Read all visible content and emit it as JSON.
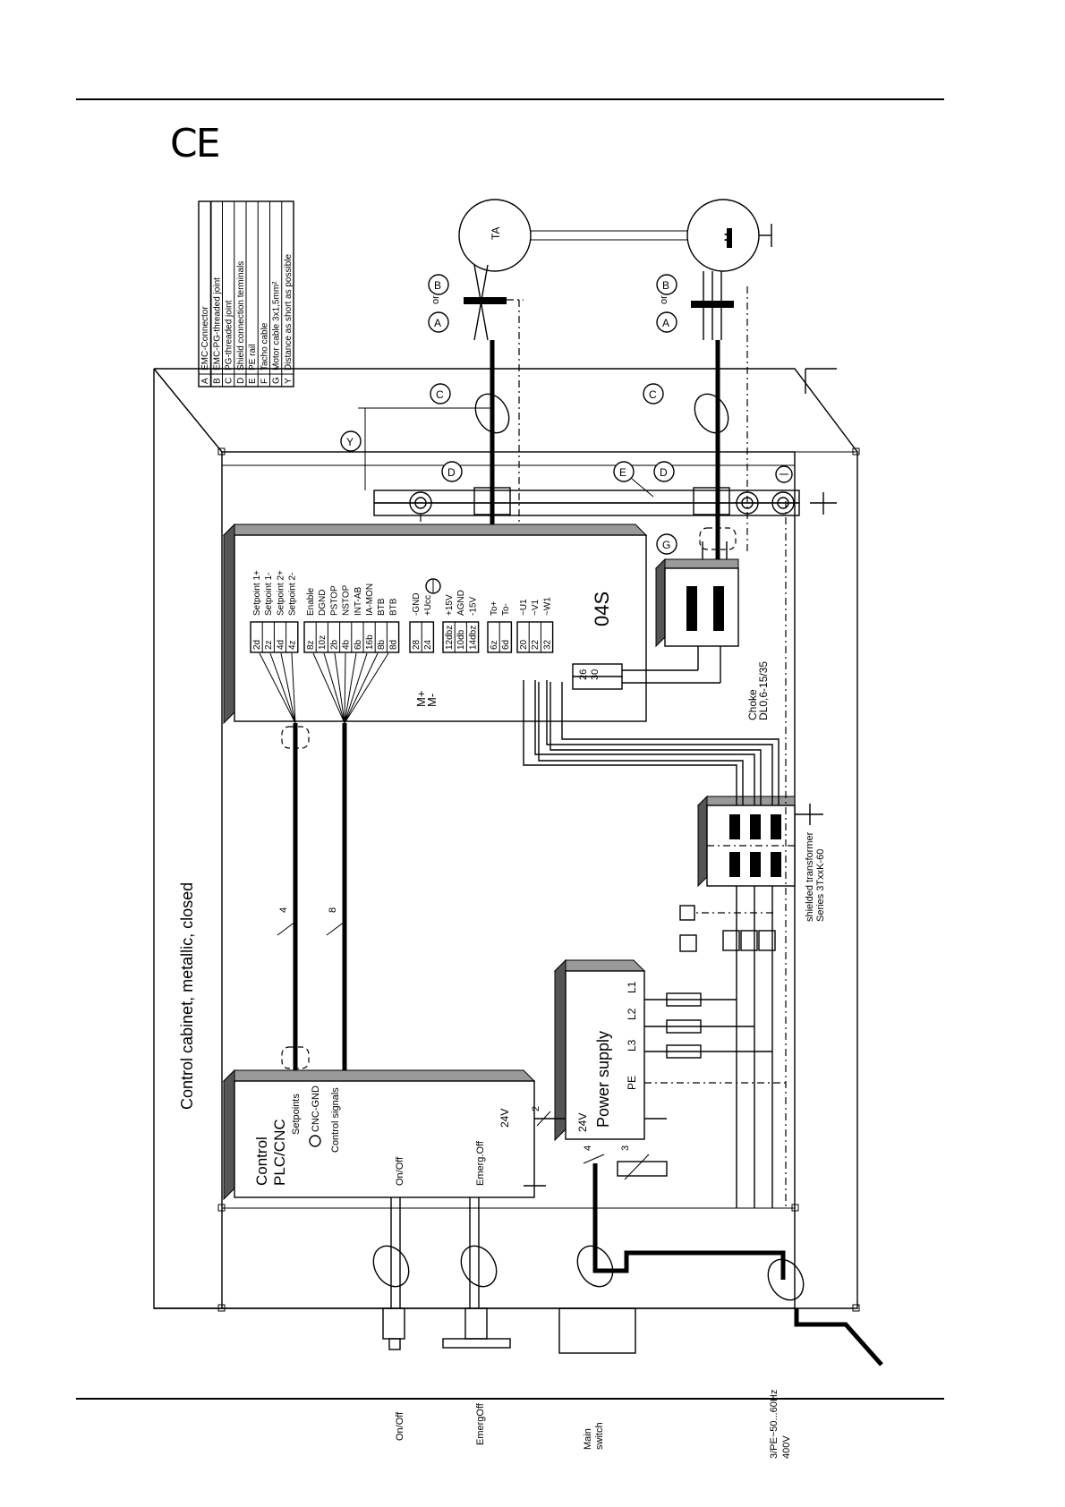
{
  "header": {
    "ce_mark": "CE"
  },
  "legend": [
    {
      "key": "A",
      "text": "EMC-Connector"
    },
    {
      "key": "B",
      "text": "EMC-PG-threaded joint"
    },
    {
      "key": "C",
      "text": "PG-threaded joint"
    },
    {
      "key": "D",
      "text": "Shield connection terminals"
    },
    {
      "key": "E",
      "text": "PE rail"
    },
    {
      "key": "F",
      "text": "Tacho cable"
    },
    {
      "key": "G",
      "text": "Motor cable 3x1,5mm²"
    },
    {
      "key": "Y",
      "text": "Distance as short as possible"
    }
  ],
  "cabinet": {
    "title": "Control cabinet, metallic, closed"
  },
  "labels": {
    "tacho": "TA",
    "motor": "M",
    "or": "or",
    "A": "A",
    "B": "B",
    "C": "C",
    "D": "D",
    "E": "E",
    "F": "F",
    "G": "G",
    "Y": "Y",
    "control_title_1": "Control",
    "control_title_2": "PLC/CNC",
    "setpoints": "Setpoints",
    "cnc_gnd": "CNC-GND",
    "control_signals": "Control signals",
    "on_off": "On/Off",
    "emerg_off": "Emerg.Off",
    "v24": "24V",
    "ps_24v": "24V",
    "power_supply": "Power supply",
    "pe": "PE",
    "l1": "L1",
    "l2": "L2",
    "l3": "L3",
    "drive_name": "04S",
    "choke_1": "Choke",
    "choke_2": "DL0,6-15/35",
    "transformer_1": "shielded transformer",
    "transformer_2": "Series 3TxxK-60",
    "wire_count_4": "4",
    "wire_count_8": "8",
    "wire_count_2": "2",
    "wire_count_4b": "4",
    "wire_count_3": "3",
    "ext_on_off": "On/Off",
    "ext_emerg_off": "EmergOff",
    "ext_main_1": "Main",
    "ext_main_2": "switch",
    "ext_supply_1": "3/PE~50...60Hz",
    "ext_supply_2": "400V",
    "m_plus": "M+",
    "m_minus": "M-",
    "pin_26": "26",
    "pin_30": "30"
  },
  "drive_terminals": {
    "group1": {
      "pins": [
        "2d",
        "2z",
        "4d",
        "4z"
      ],
      "names": [
        "Setpoint 1+",
        "Setpoint 1-",
        "Setpoint 2+",
        "Setpoint 2-"
      ]
    },
    "group2": {
      "pins": [
        "8z",
        "10z",
        "2b",
        "4b",
        "6b",
        "16b",
        "8b",
        "8d"
      ],
      "names": [
        "Enable",
        "DGND",
        "PSTOP",
        "NSTOP",
        "INT-AB",
        "IA-MON",
        "BTB",
        "BTB"
      ]
    },
    "group3": {
      "pins": [
        "28",
        "24"
      ],
      "names": [
        "-GND",
        "+Ucc"
      ]
    },
    "group4": {
      "pins": [
        "12dbz",
        "10db",
        "14dbz"
      ],
      "names": [
        "+15V",
        "AGND",
        "-15V"
      ]
    },
    "group5": {
      "pins": [
        "6z",
        "6d"
      ],
      "names": [
        "To+",
        "To-"
      ]
    },
    "group6": {
      "pins": [
        "20",
        "22",
        "32"
      ],
      "names": [
        "~U1",
        "~V1",
        "~W1"
      ]
    }
  }
}
